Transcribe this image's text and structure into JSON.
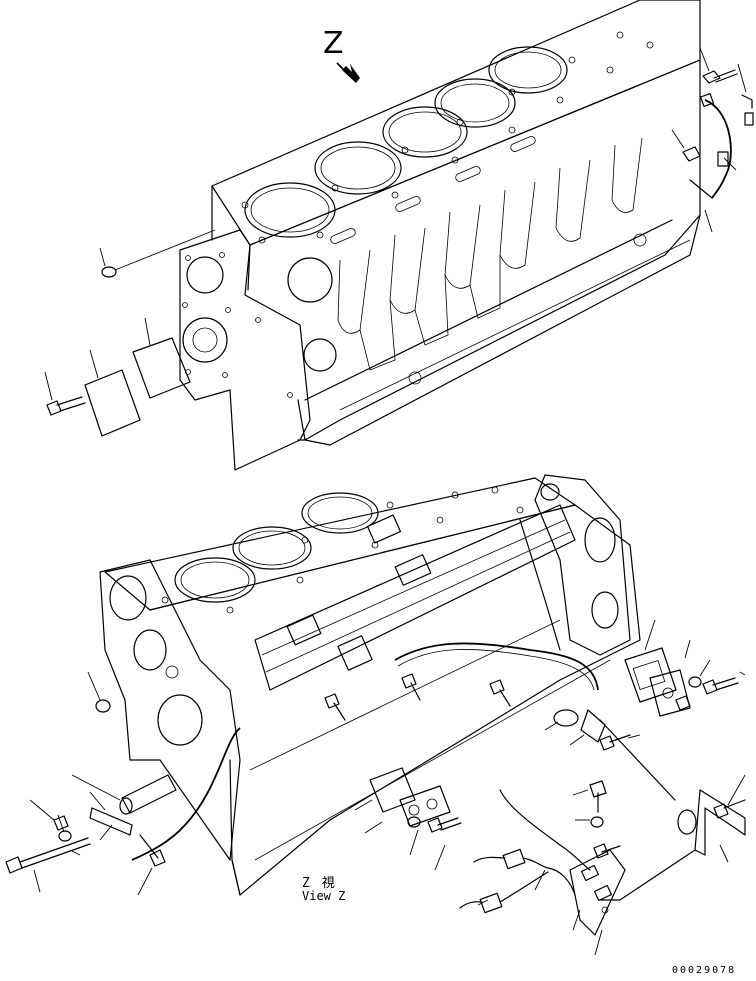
{
  "view_letter": "Z",
  "view_caption": {
    "japanese": "Z 視",
    "english": "View Z"
  },
  "drawing_number": "00029078",
  "colors": {
    "ink": "#000000",
    "paper": "#ffffff"
  }
}
